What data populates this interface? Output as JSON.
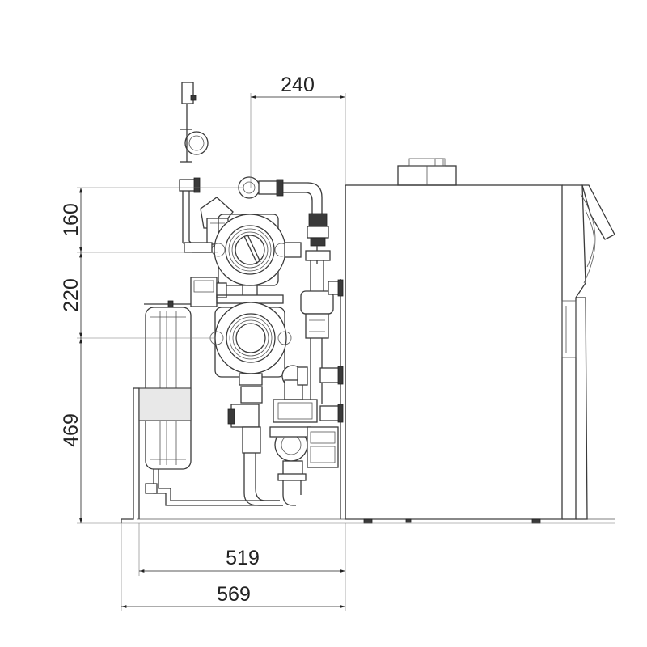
{
  "dimensions": {
    "top_width": "240",
    "upper_height": "160",
    "middle_height": "220",
    "lower_height": "469",
    "inner_width": "519",
    "overall_width": "569"
  }
}
